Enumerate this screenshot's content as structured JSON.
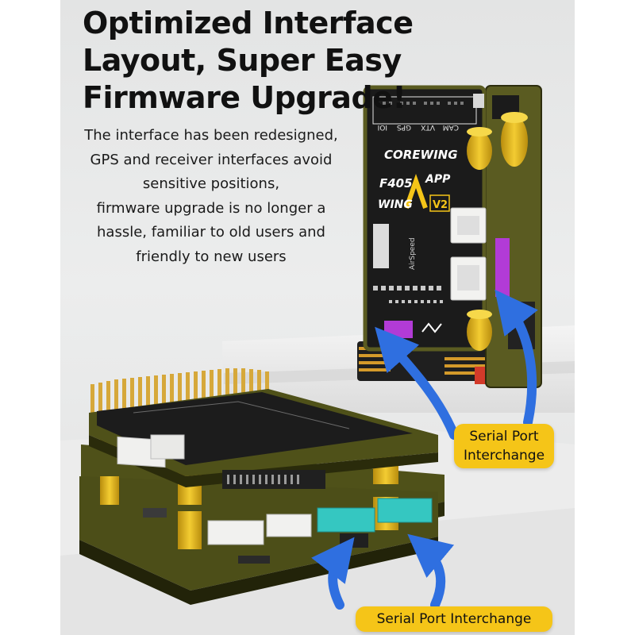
{
  "headline": {
    "line1": "Optimized Interface",
    "line2": "Layout, Super Easy",
    "line3": "Firmware Upgrade!"
  },
  "description": {
    "line1": "The interface has been redesigned,",
    "line2": "GPS and receiver interfaces avoid",
    "line3": "sensitive positions,",
    "line4": "firmware upgrade is no longer a",
    "line5": "hassle, familiar to old users and",
    "line6": "friendly to new users"
  },
  "callouts": {
    "upper": {
      "line1": "Serial Port",
      "line2": "Interchange"
    },
    "lower": "Serial Port Interchange"
  },
  "board_markings": {
    "brand": "COREWING",
    "model": "F405",
    "suffix": "APP",
    "wing": "WING",
    "version": "V2",
    "port_labels": [
      "IOI",
      "GPS",
      "VTX",
      "CAM"
    ],
    "airspeed": "AirSpeed"
  },
  "colors": {
    "accent_yellow": "#f5c518",
    "arrow_blue": "#2f6fe0",
    "pcb_dark": "#1b1b1b",
    "pcb_olive": "#5a5b21",
    "standoff_gold": "#e2b61a",
    "connector_teal": "#35c7c1",
    "connector_purple": "#b23bd6"
  }
}
